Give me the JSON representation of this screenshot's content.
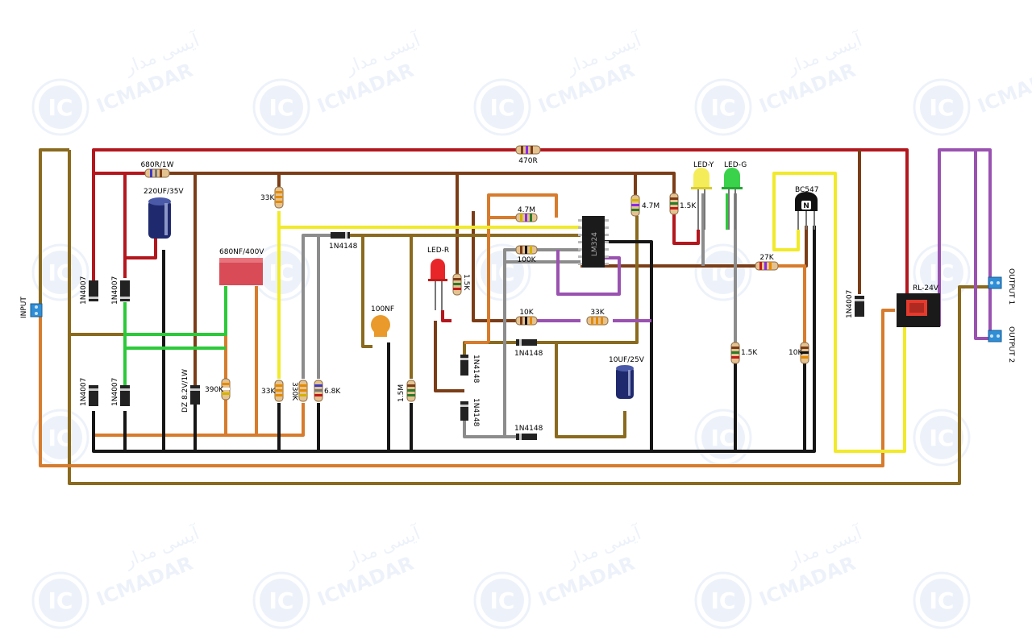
{
  "watermark": {
    "logo_text": "IC",
    "brand_latin": "ICMADAR",
    "brand_persian": "آیسی مدار"
  },
  "labels": {
    "input": "INPUT",
    "output1": "OUTPUT 1",
    "output2": "OUTPUT 2",
    "r470": "470R",
    "r680": "680R/1W",
    "c220": "220UF/35V",
    "c680n": "680NF/400V",
    "r33k_top": "33K",
    "d4148_top": "1N4148",
    "r47m": "4.7M",
    "r47m_b": "4.7M",
    "ic": "LM324",
    "r100k": "100K",
    "led_r": "LED-R",
    "r15k_ledr": "1.5K",
    "c100n": "100NF",
    "r10k_mid": "10K",
    "r33k_mid": "33K",
    "d4148_mid1": "1N4148",
    "d4148_v1": "1N4148",
    "d4148_v2": "1N4148",
    "d4148_mid2": "1N4148",
    "c10u": "10UF/25V",
    "r15k_y": "1.5K",
    "led_y": "LED-Y",
    "led_g": "LED-G",
    "q": "BC547",
    "q_mark": "N",
    "r27k": "27K",
    "r15k_g": "1.5K",
    "r10k_q": "10K",
    "d4007_a": "1N4007",
    "d4007_b": "1N4007",
    "d4007_c": "1N4007",
    "d4007_d": "1N4007",
    "d4007_e": "1N4007",
    "dz": "DZ 8.2V/1W",
    "r390k": "390K",
    "r33k_low": "33K",
    "r330k": "330K",
    "r68k": "6.8K",
    "r15m": "1.5M",
    "relay": "RL-24V"
  },
  "colors": {
    "wire_red": "#b3171d",
    "wire_brown": "#7b3d17",
    "wire_olive": "#8a6a1e",
    "wire_orange": "#d77b2c",
    "wire_black": "#161616",
    "wire_gray": "#8c8c8c",
    "wire_green": "#2cc93a",
    "wire_yellow": "#f1ea2a",
    "wire_purple": "#9a52b0",
    "wire_peach": "#e6924a",
    "watermark_blue": "#dfe8f6",
    "terminal_blue": "#2f8ed6"
  }
}
